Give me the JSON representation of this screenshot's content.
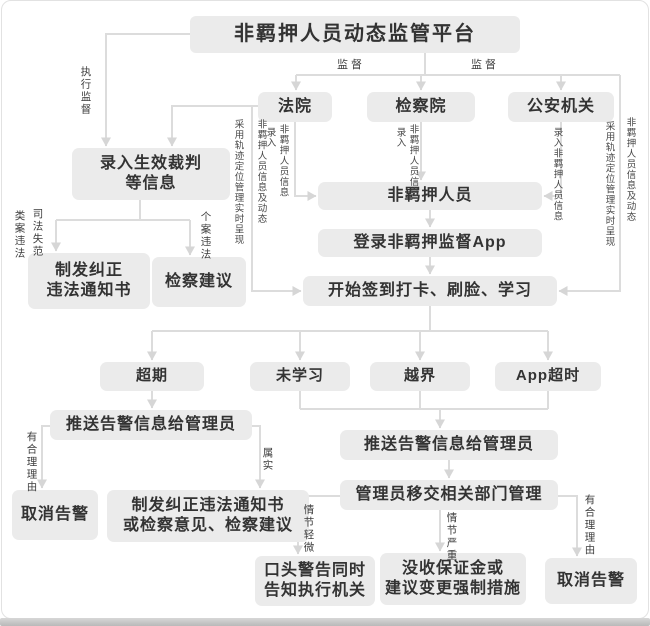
{
  "title": "非羁押人员动态监管平台",
  "nodes": {
    "court": "法院",
    "procuratorate": "检察院",
    "police": "公安机关",
    "enter_judgment": "录入生效裁判\n等信息",
    "issue_notice": "制发纠正\n违法通知书",
    "advice": "检察建议",
    "non_detained": "非羁押人员",
    "login_app": "登录非羁押监督App",
    "start_checkin": "开始签到打卡、刷脸、学习",
    "overdue": "超期",
    "not_studied": "未学习",
    "cross_border": "越界",
    "app_timeout": "App超时",
    "push_alert_left": "推送告警信息给管理员",
    "cancel_alert_left": "取消告警",
    "notice_or_advice": "制发纠正违法通知书\n或检察意见、检察建议",
    "push_alert_right": "推送告警信息给管理员",
    "transfer_admin": "管理员移交相关部门管理",
    "verbal_warning": "口头警告同时\n告知执行机关",
    "confiscate": "没收保证金或\n建议变更强制措施",
    "cancel_alert_right": "取消告警"
  },
  "edge_labels": {
    "supervise_left": "监督",
    "supervise_right": "监督",
    "enforcement_supervision": "执行监督",
    "class_case_violation": "类案违法",
    "judicial_misconduct": "司法失范",
    "individual_case_violation": "个案违法",
    "court_entry": "录入",
    "court_entry_info": "非羁押人员信息",
    "proc_entry": "录入",
    "proc_entry_info": "非羁押人员信息",
    "police_entry": "录入非羁押人员信息",
    "left_track": "采用轨迹定位管理实时呈现",
    "left_info": "非羁押人员信息及动态",
    "right_track": "采用轨迹定位管理实时呈现",
    "right_info": "非羁押人员信息及动态",
    "reasonable_left": "有合理理由",
    "verified": "属实",
    "minor": "情节轻微",
    "severe": "情节严重",
    "reasonable_right": "有合理理由"
  },
  "colors": {
    "node_bg": "#ebebeb",
    "line": "#dcdcdc",
    "arrow": "#d6d6d6",
    "text": "#333333"
  }
}
